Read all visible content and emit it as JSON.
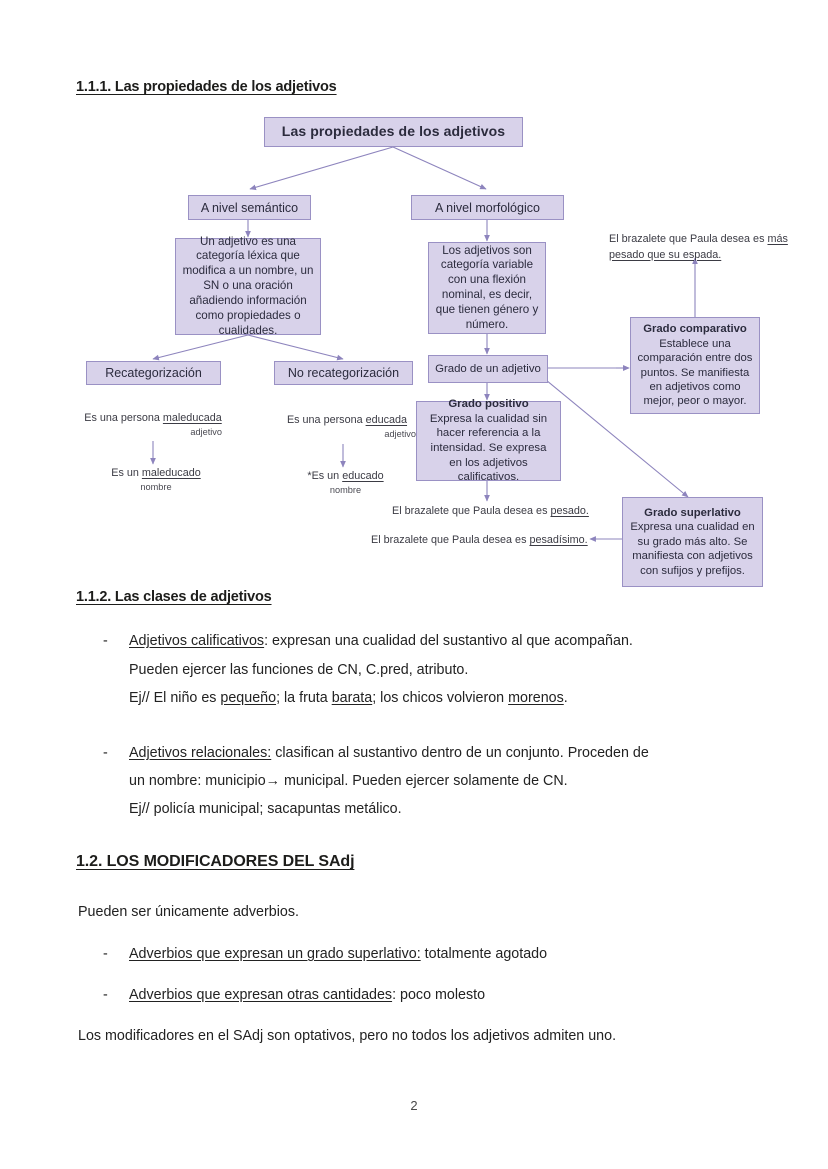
{
  "document": {
    "page_number": "2"
  },
  "colors": {
    "node_fill": "#d8d2ea",
    "node_border": "#9a91c4",
    "connector": "#8d84bd",
    "text": "#231f20"
  },
  "section_111": {
    "heading": "1.1.1. Las propiedades de los adjetivos",
    "diagram": {
      "root": "Las propiedades de los adjetivos",
      "branch_semantic": {
        "label": "A nivel semántico",
        "definition": "Un adjetivo es una categoría léxica que modifica a un nombre, un SN o una oración añadiendo información como propiedades o cualidades.",
        "children": [
          {
            "label": "Recategorización",
            "example_top": "Es una persona maleducada",
            "example_top_plain": "Es una persona ",
            "example_top_underlined": "maleducada",
            "example_top_tag": "adjetivo",
            "example_bottom_plain": "Es un ",
            "example_bottom_underlined": "maleducado",
            "example_bottom_tag": "nombre"
          },
          {
            "label": "No recategorización",
            "example_top_plain": "Es una persona ",
            "example_top_underlined": "educada",
            "example_top_tag": "adjetivo",
            "example_bottom_plain": "*Es un ",
            "example_bottom_underlined": "educado",
            "example_bottom_tag": "nombre"
          }
        ]
      },
      "branch_morphological": {
        "label": "A nivel morfológico",
        "definition": "Los adjetivos son categoría variable con una flexión nominal, es decir, que tienen género y número.",
        "degree_node": "Grado de un adjetivo",
        "degrees": [
          {
            "title": "Grado positivo",
            "body": "Expresa la cualidad sin hacer referencia a la intensidad. Se expresa en los adjetivos calificativos.",
            "example_plain": "El brazalete que Paula desea es ",
            "example_underlined": "pesado."
          },
          {
            "title": "Grado comparativo",
            "body": "Establece una comparación entre dos puntos. Se manifiesta en adjetivos como mejor, peor o mayor.",
            "example_plain": "El brazalete que Paula desea es ",
            "example_underlined": "más pesado que su espada."
          },
          {
            "title": "Grado superlativo",
            "body": "Expresa una cualidad en su grado más alto. Se manifiesta con adjetivos con sufijos y prefijos.",
            "example_plain": "El brazalete que Paula desea es ",
            "example_underlined": "pesadísimo."
          }
        ]
      }
    }
  },
  "section_112": {
    "heading": "1.1.2. Las clases de adjetivos",
    "items": [
      {
        "dash": "-",
        "term": "Adjetivos calificativos",
        "line1_rest": ": expresan una cualidad del sustantivo al que acompañan.",
        "line2": "Pueden ejercer las funciones de CN, C.pred, atributo.",
        "line3_prefix": "Ej// El niño es ",
        "line3_u1": "pequeño",
        "line3_mid1": "; la fruta ",
        "line3_u2": "barata",
        "line3_mid2": "; los chicos volvieron ",
        "line3_u3": "morenos",
        "line3_suffix": "."
      },
      {
        "dash": "-",
        "term": "Adjetivos relacionales:",
        "line1_rest": " clasifican al sustantivo dentro de un conjunto. Proceden de",
        "line2": "un nombre: municipio→ municipal. Pueden ejercer solamente de CN.",
        "line3": "Ej// policía municipal; sacapuntas metálico."
      }
    ]
  },
  "section_12": {
    "heading": "1.2. LOS MODIFICADORES DEL SAdj",
    "intro": "Pueden ser únicamente adverbios.",
    "items": [
      {
        "dash": "-",
        "term": "Adverbios que expresan un grado superlativo:",
        "rest": " totalmente agotado"
      },
      {
        "dash": "-",
        "term": "Adverbios que expresan otras cantidades",
        "rest": ": poco molesto"
      }
    ],
    "closing": "Los modificadores en el SAdj son optativos, pero no todos los adjetivos admiten uno."
  }
}
